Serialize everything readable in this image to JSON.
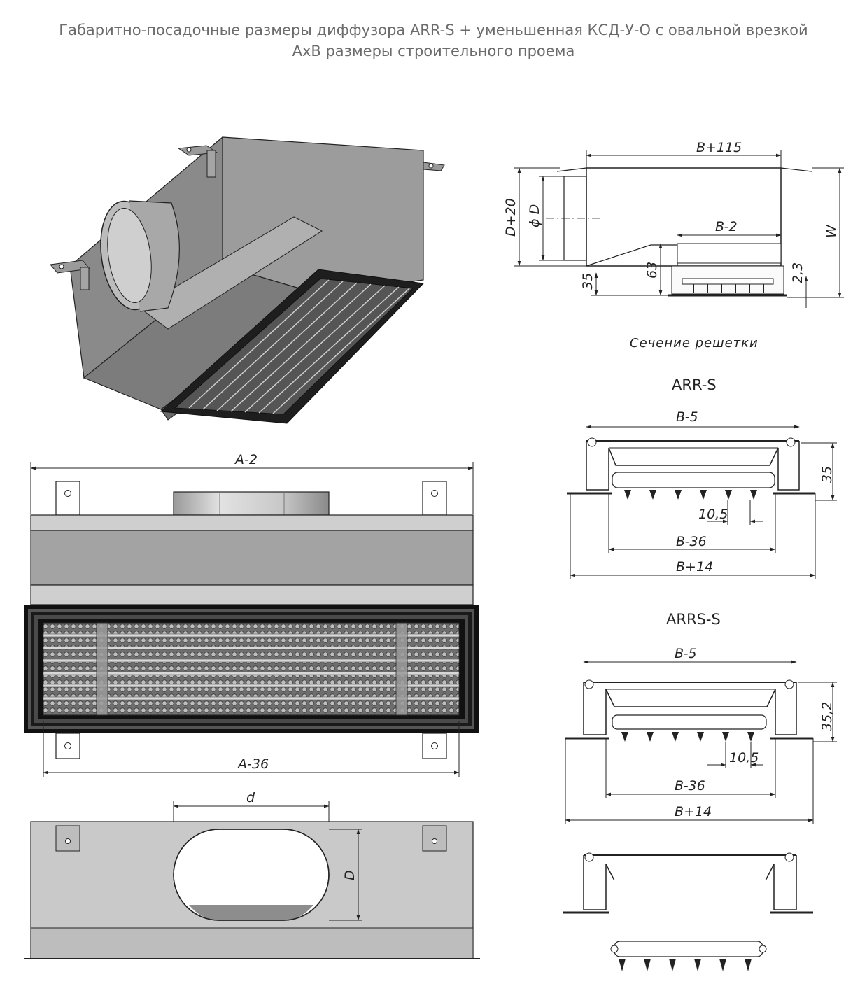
{
  "header": {
    "title_line1": "Габаритно-посадочные размеры диффузора ARR-S + уменьшенная КСД-У-О с овальной врезкой",
    "title_line2": "AxB размеры строительного проема"
  },
  "side_view": {
    "dim_width": "B+115",
    "dim_height_left": "D+20",
    "dim_diameter": "ϕ D",
    "dim_inner": "B-2",
    "dim_63": "63",
    "dim_35": "35",
    "dim_2_3": "2,3",
    "dim_w": "W",
    "caption": "Сечение решетки"
  },
  "arr_s": {
    "title": "ARR-S",
    "dim_top": "B-5",
    "dim_height": "35",
    "dim_pitch": "10,5",
    "dim_inner": "B-36",
    "dim_outer": "B+14"
  },
  "arrs_s": {
    "title": "ARRS-S",
    "dim_top": "B-5",
    "dim_height": "35,2",
    "dim_pitch": "10,5",
    "dim_inner": "B-36",
    "dim_outer": "B+14"
  },
  "front_view": {
    "dim_top": "A-2",
    "dim_bottom": "A-36"
  },
  "top_view": {
    "dim_d": "d",
    "dim_D": "D"
  }
}
